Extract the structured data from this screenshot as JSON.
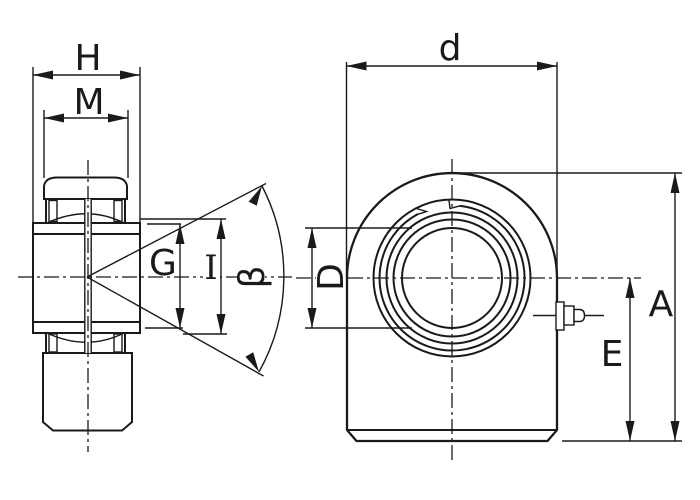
{
  "drawing": {
    "background_color": "#ffffff",
    "line_color": "#1a1a1a",
    "side_section_view": {
      "dim_labels": {
        "H": "H",
        "M": "M",
        "G": "G",
        "I": "I",
        "beta": "β"
      }
    },
    "front_view": {
      "dim_labels": {
        "d": "d",
        "D": "D",
        "A": "A",
        "E": "E"
      }
    }
  }
}
